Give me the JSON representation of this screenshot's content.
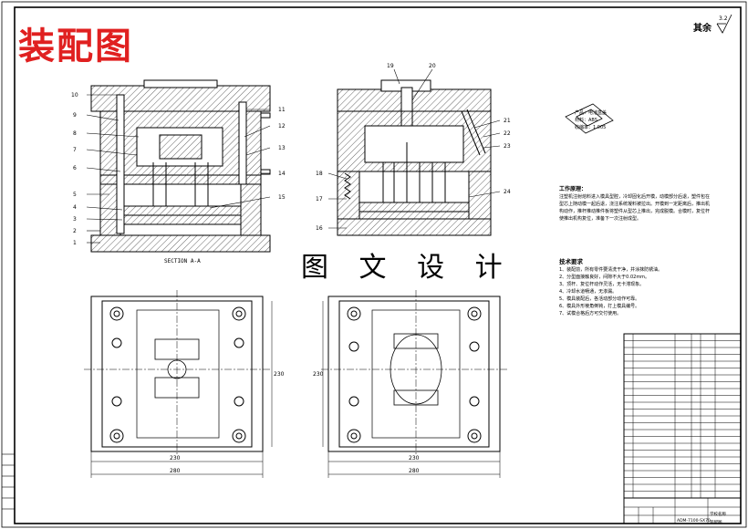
{
  "drawing": {
    "title": "装配图",
    "overlay_text": "图 文 设 计",
    "rest_label": "其余",
    "roughness_value": "3.2",
    "section_caption": "SECTION A-A",
    "part_numbers": [
      "1",
      "2",
      "3",
      "4",
      "5",
      "6",
      "7",
      "8",
      "9",
      "10",
      "11",
      "12",
      "13",
      "14",
      "15",
      "16",
      "17",
      "18",
      "19",
      "20",
      "21",
      "22",
      "23",
      "24"
    ],
    "dimensions": {
      "left_width": "230",
      "left_overall": "280",
      "right_width": "230",
      "right_overall": "280",
      "left_height": "230",
      "right_height": "230"
    }
  },
  "product_info": {
    "lines": [
      "产品：电池盒盖",
      "材料：ABS",
      "收缩率：1.005"
    ]
  },
  "working_principle": {
    "title": "工作原理：",
    "text": "注塑机注射熔料进入模具型腔，冷却固化后开模，动模部分后退，塑件包在型芯上随动模一起后退，浇注系统凝料被拉出。开模到一定距离后，推出机构动作，推杆推动推件板将塑件从型芯上推出，完成脱模。合模时，复位杆使推出机构复位，准备下一次注射成型。"
  },
  "tech_requirements": {
    "title": "技术要求",
    "items": [
      "1、装配前，所有零件要清洗干净，并涂抹防锈油。",
      "2、分型面接触良好，间隙不大于0.02mm。",
      "3、顶杆、复位杆动作灵活，无卡滞现象。",
      "4、冷却水道畅通，无渗漏。",
      "5、模具装配后，各活动部分动作可靠。",
      "6、模具外形棱角倒钝，打上模具编号。",
      "7、试模合格后方可交付使用。"
    ]
  },
  "title_block": {
    "drawing_number": "ADM-7100-SX70",
    "school_label": "学校名称",
    "drawing_name": "装配图"
  }
}
